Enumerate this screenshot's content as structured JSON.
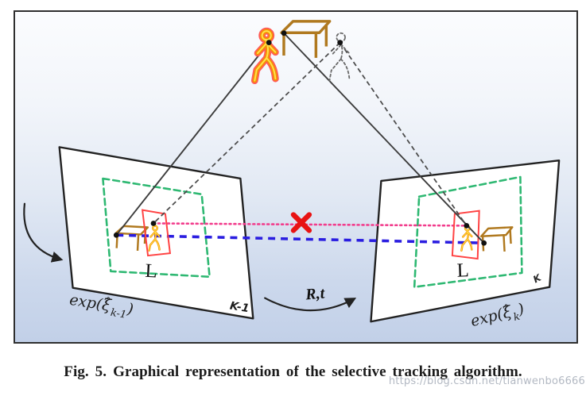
{
  "figure": {
    "caption": {
      "prefix": "Fig. 5.",
      "text": "Graphical representation of the selective tracking algorithm."
    },
    "watermark": "https://blog.csdn.net/tianwenbo6666"
  },
  "diagram": {
    "transform_label": "R,t",
    "frame_left_label": "K-1",
    "frame_right_label": "K",
    "window_left_label": "L",
    "window_right_label": "L",
    "exp_left": {
      "fn": "exp(",
      "sym": "ξ",
      "hat": "^",
      "sub": "k-1",
      "close": ")"
    },
    "exp_right": {
      "fn": "exp(",
      "sym": "ξ",
      "hat": "^",
      "sub": "k",
      "close": ")"
    }
  },
  "colors": {
    "plane_border": "#222222",
    "line_dark": "#3c3c3c",
    "line_dashed": "#4d4d4d",
    "accent_green": "#2eb872",
    "accent_red_box": "#ff4343",
    "accent_pink": "#f23c8c",
    "accent_blue": "#2a1de0",
    "cross_red": "#e81313",
    "person_glow": "#ff5a5a",
    "person_orange": "#f59300",
    "person_yellow": "#ffe14d",
    "ghost_gray": "#6a6a6a",
    "table_tan": "#b0791f",
    "dot_black": "#111111",
    "arrow_black": "#222222"
  }
}
